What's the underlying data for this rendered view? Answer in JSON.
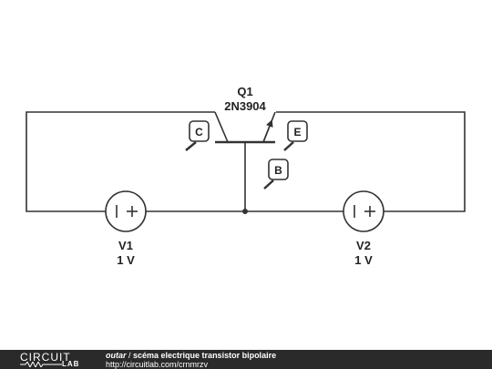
{
  "transistor": {
    "name": "Q1",
    "model": "2N3904"
  },
  "pins": {
    "collector": "C",
    "emitter": "E",
    "base": "B"
  },
  "sources": [
    {
      "name": "V1",
      "value": "1 V"
    },
    {
      "name": "V2",
      "value": "1 V"
    }
  ],
  "footer": {
    "logo_top": "CIRCUIT",
    "logo_bottom": "LAB",
    "owner": "outar",
    "separator": " / ",
    "title": "scéma electrique transistor bipolaire",
    "url": "http://circuitlab.com/crnmrzv"
  },
  "colors": {
    "wire": "#333333",
    "footer_bg": "#2a2a2a"
  }
}
